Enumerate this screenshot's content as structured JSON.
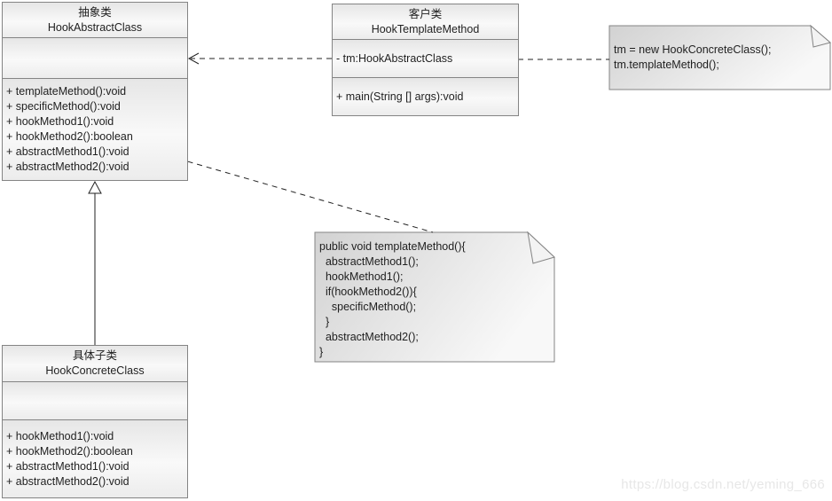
{
  "diagram": {
    "classes": [
      {
        "title_cn": "抽象类",
        "name": "HookAbstractClass",
        "attributes": [],
        "methods": [
          "+ templateMethod():void",
          "+ specificMethod():void",
          "+ hookMethod1():void",
          "+ hookMethod2():boolean",
          "+ abstractMethod1():void",
          "+ abstractMethod2():void"
        ]
      },
      {
        "title_cn": "客户类",
        "name": "HookTemplateMethod",
        "attributes": [
          "- tm:HookAbstractClass"
        ],
        "methods": [
          "+ main(String [] args):void"
        ]
      },
      {
        "title_cn": "具体子类",
        "name": "HookConcreteClass",
        "attributes": [],
        "methods": [
          "+ hookMethod1():void",
          "+ hookMethod2():boolean",
          "+ abstractMethod1():void",
          "+ abstractMethod2():void"
        ]
      }
    ],
    "notes": [
      {
        "lines": [
          "tm = new HookConcreteClass();",
          "tm.templateMethod();"
        ]
      },
      {
        "lines": [
          "public void templateMethod(){",
          "  abstractMethod1();",
          "  hookMethod1();",
          "  if(hookMethod2()){",
          "    specificMethod();",
          "  }",
          "  abstractMethod2();",
          "}"
        ]
      }
    ],
    "relations": [
      {
        "type": "dependency",
        "from": "HookTemplateMethod",
        "to": "HookAbstractClass",
        "style": "dashed-open-arrow"
      },
      {
        "type": "generalization",
        "from": "HookConcreteClass",
        "to": "HookAbstractClass",
        "style": "solid-hollow-triangle"
      },
      {
        "type": "note-anchor",
        "from": "note-client-code",
        "to": "HookTemplateMethod",
        "style": "dashed"
      },
      {
        "type": "note-anchor",
        "from": "note-template-method-code",
        "to": "HookAbstractClass",
        "style": "dashed"
      }
    ],
    "watermark": "https://blog.csdn.net/yeming_666",
    "colors": {
      "box_border": "#848484",
      "box_fill_top": "#e6e6e6",
      "box_fill_bottom": "#ececec",
      "note_fill_dark": "#d2d2d2",
      "note_fill_light": "#f8f8f8",
      "connector": "#222222",
      "watermark": "#e7e7e7"
    }
  }
}
